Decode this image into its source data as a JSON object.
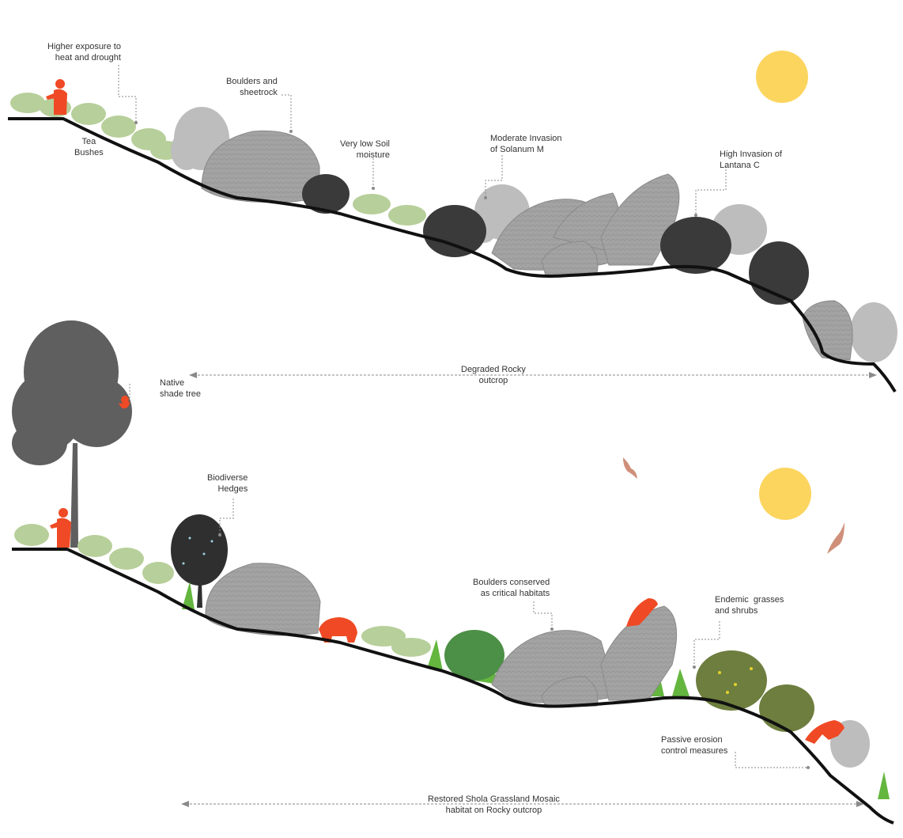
{
  "colors": {
    "ground": "#111111",
    "sun": "#fcd55f",
    "human_animal": "#ef4a25",
    "bird": "#cf8f7a",
    "boulder": "#9d9d9d",
    "tea": "#b7cf9a",
    "dark_shrub": "#3a3a3a",
    "light_shrub": "#bdbdbd",
    "tree": "#5f5f5f",
    "grass": "#64b63f",
    "callout": "#8a8a8a"
  },
  "top_section": {
    "labels": {
      "exposure": "Higher exposure to\nheat and drought",
      "boulders": "Boulders and\nsheetrock",
      "tea": "Tea\nBushes",
      "soil": "Very low Soil\nmoisture",
      "solanum": "Moderate Invasion\nof Solanum M",
      "lantana": "High Invasion of\nLantana C"
    },
    "span_label": "Degraded Rocky\noutcrop"
  },
  "bottom_section": {
    "labels": {
      "shade_tree": "Native\nshade tree",
      "hedges": "Biodiverse\nHedges",
      "boulders_conserved": "Boulders conserved\nas critical habitats",
      "grasses": "Endemic  grasses\nand shrubs",
      "erosion": "Passive erosion\ncontrol measures"
    },
    "span_label": "Restored Shola Grassland Mosaic\nhabitat on Rocky outcrop"
  },
  "icons": {
    "sun": "sun-icon",
    "farmer": "farmer-figure-icon",
    "monkey": "monkey-icon",
    "bear": "bear-icon",
    "leopard": "leopard-icon",
    "bird": "bird-icon"
  }
}
